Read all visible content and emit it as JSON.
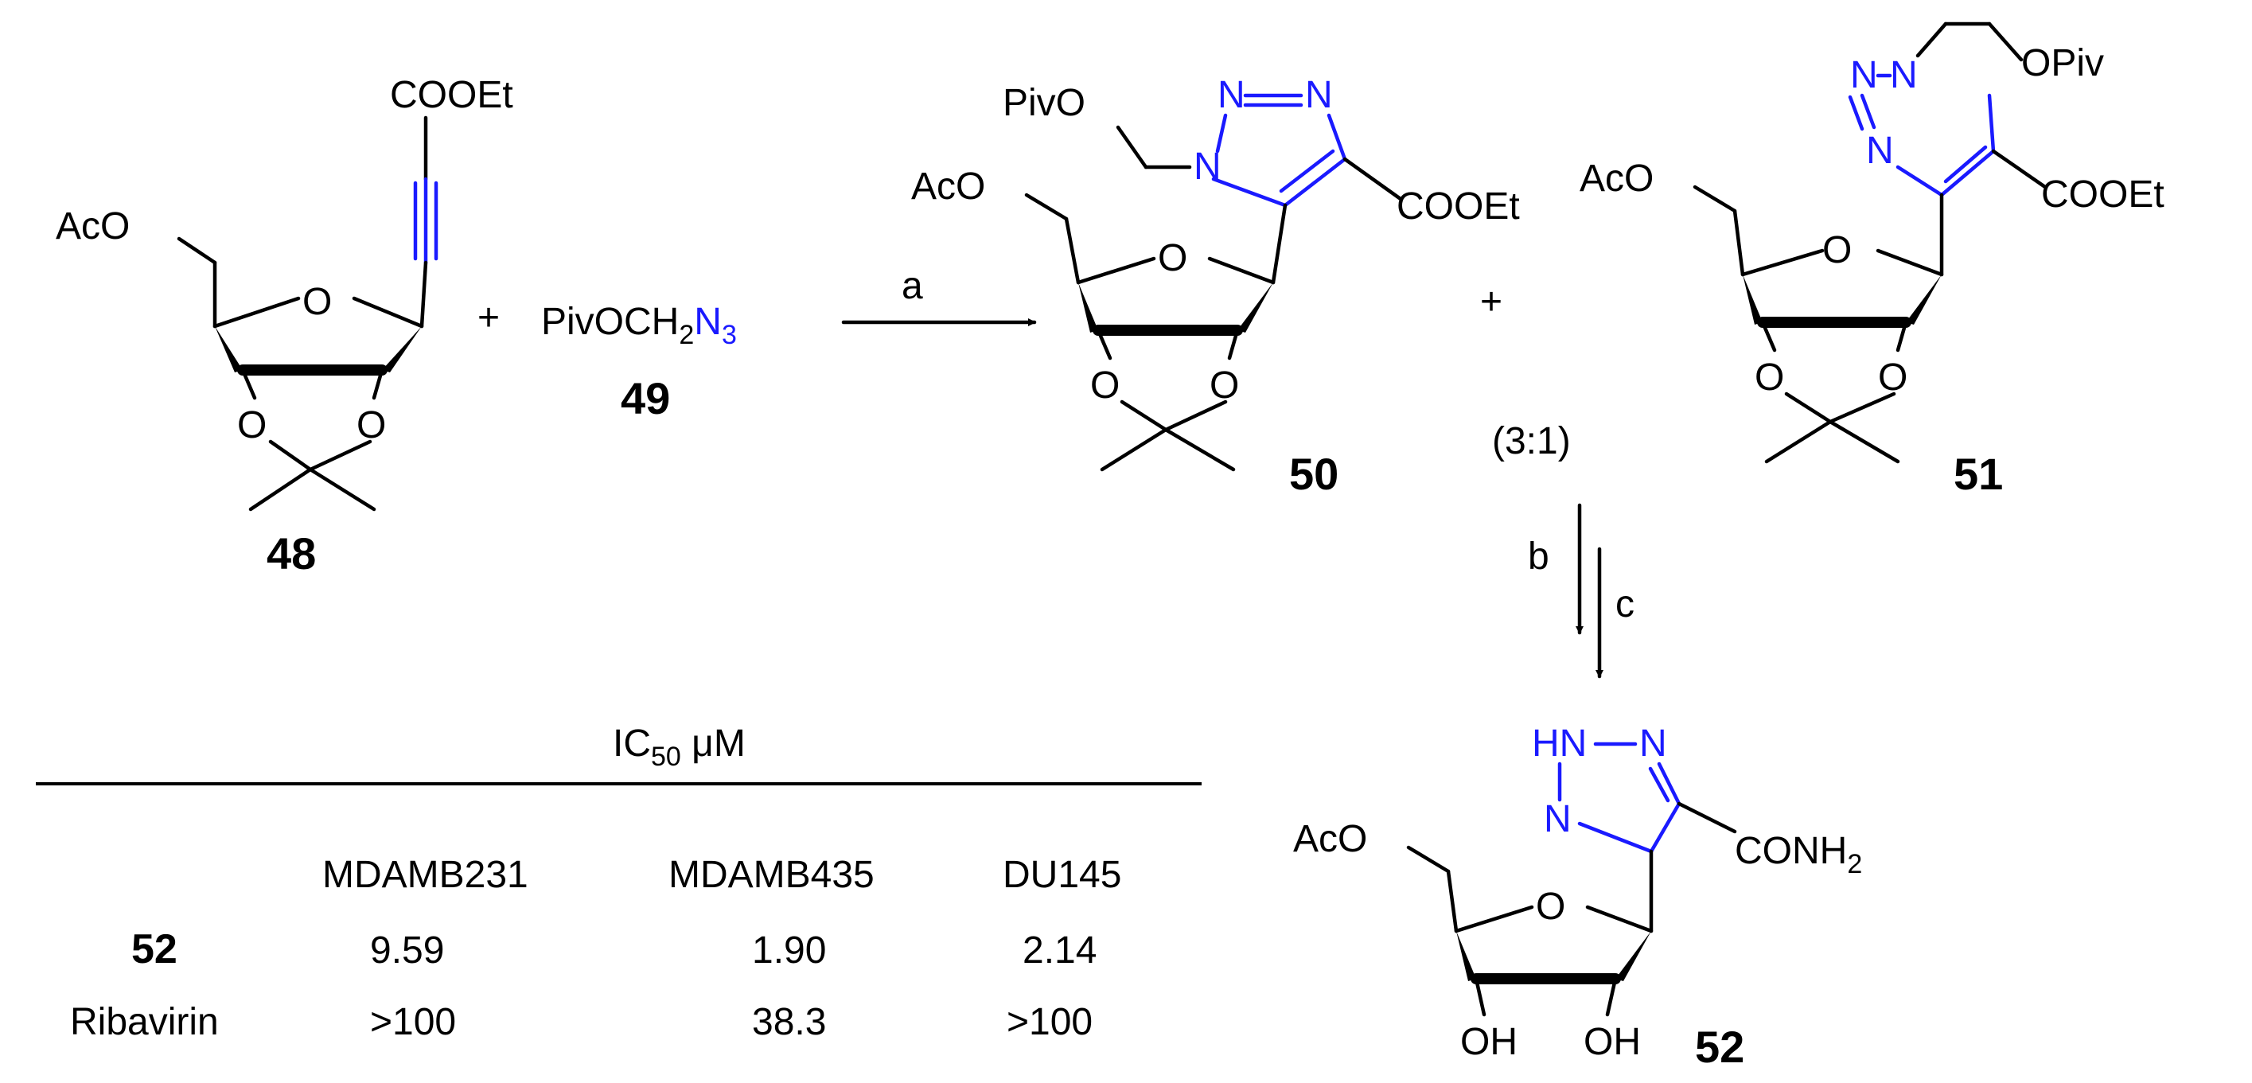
{
  "compounds": {
    "c48": {
      "number": "48",
      "acetyl": "AcO",
      "ester": "COOEt",
      "ring_o": "O",
      "diol_o1": "O",
      "diol_o2": "O"
    },
    "c49": {
      "number": "49",
      "formula_prefix": "PivOCH",
      "formula_sub1": "2",
      "azide": "N",
      "azide_sub": "3"
    },
    "c50": {
      "number": "50",
      "acetyl": "AcO",
      "piv": "PivO",
      "ester": "COOEt",
      "n1": "N",
      "n2": "N",
      "n3": "N",
      "ring_o": "O",
      "diol_o1": "O",
      "diol_o2": "O"
    },
    "c51": {
      "number": "51",
      "acetyl": "AcO",
      "piv": "OPiv",
      "ester": "COOEt",
      "n1": "N",
      "n2": "N",
      "n3": "N",
      "ring_o": "O",
      "diol_o1": "O",
      "diol_o2": "O"
    },
    "c52": {
      "number": "52",
      "acetyl": "AcO",
      "nh": "HN",
      "n2": "N",
      "n3": "N",
      "amide_prefix": "CONH",
      "amide_sub": "2",
      "ring_o": "O",
      "oh1": "OH",
      "oh2": "OH"
    }
  },
  "plus_signs": [
    "+",
    "+"
  ],
  "ratio": "(3:1)",
  "steps": {
    "a": "a",
    "b": "b",
    "c": "c"
  },
  "table": {
    "header_prefix": "IC",
    "header_sub": "50",
    "header_unit": " μM",
    "columns": [
      "MDAMB231",
      "MDAMB435",
      "DU145"
    ],
    "rows": [
      {
        "name": "52",
        "bold": true,
        "values": [
          "9.59",
          "1.90",
          "2.14"
        ]
      },
      {
        "name": "Ribavirin",
        "bold": false,
        "values": [
          ">100",
          "38.3",
          ">100"
        ]
      }
    ]
  },
  "colors": {
    "azide_triazole": "#1a1aff",
    "bond": "#000000"
  }
}
